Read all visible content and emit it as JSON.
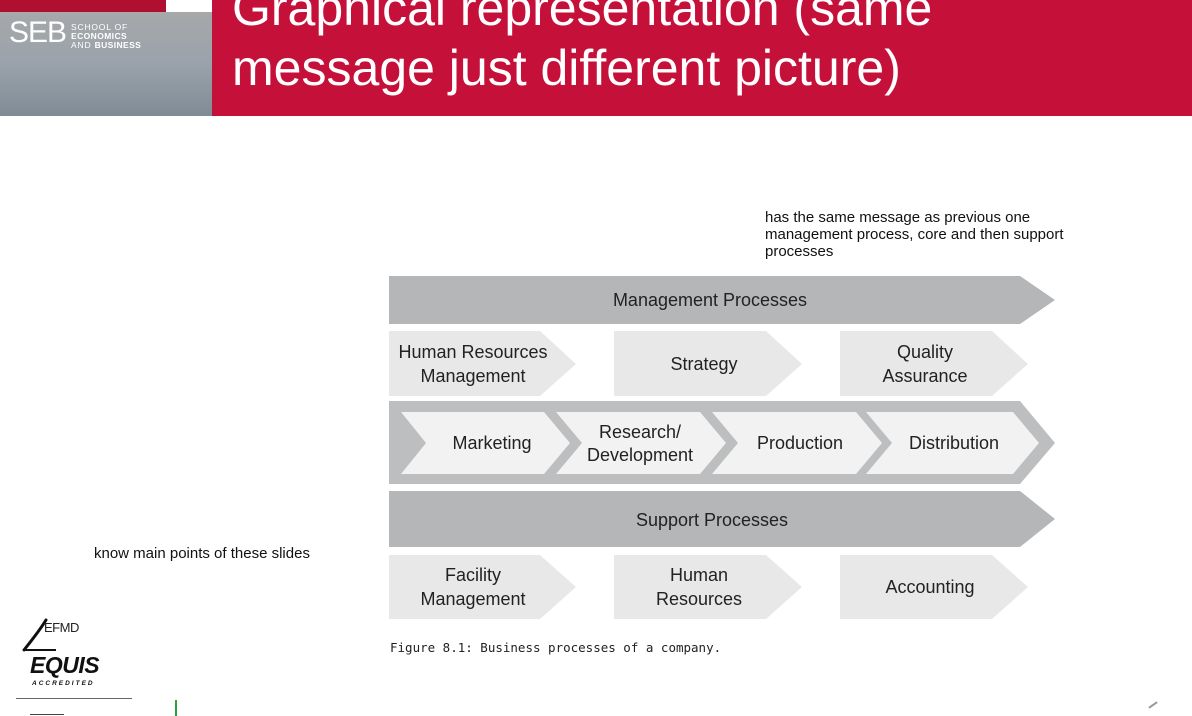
{
  "header": {
    "logo_letters": "SEB",
    "logo_line1": "SCHOOL OF",
    "logo_line2": "ECONOMICS",
    "logo_line3_a": "AND",
    "logo_line3_b": "BUSINESS",
    "title_line1": "Graphical representation (same",
    "title_line2": "message just different picture)",
    "brand_color": "#c5103a"
  },
  "notes": {
    "top": "has the same message as previous one management process, core and then support processes",
    "left": "know main points of these slides"
  },
  "diagram": {
    "management_bar": "Management Processes",
    "management_items": [
      {
        "line1": "Human Resources",
        "line2": "Management"
      },
      {
        "line1": "Strategy",
        "line2": ""
      },
      {
        "line1": "Quality",
        "line2": "Assurance"
      }
    ],
    "core_items": [
      {
        "line1": "Marketing",
        "line2": ""
      },
      {
        "line1": "Research/",
        "line2": "Development"
      },
      {
        "line1": "Production",
        "line2": ""
      },
      {
        "line1": "Distribution",
        "line2": ""
      }
    ],
    "support_bar": "Support Processes",
    "support_items": [
      {
        "line1": "Facility",
        "line2": "Management"
      },
      {
        "line1": "Human",
        "line2": "Resources"
      },
      {
        "line1": "Accounting",
        "line2": ""
      }
    ],
    "colors": {
      "dark_bar": "#b5b6b8",
      "light_chevron": "#e8e8e8",
      "core_bar": "#bdbebf",
      "core_chevron": "#f2f2f2"
    }
  },
  "caption": "Figure 8.1: Business processes of a company.",
  "accreditation": {
    "org": "EFMD",
    "name": "EQUIS",
    "status": "ACCREDITED"
  }
}
